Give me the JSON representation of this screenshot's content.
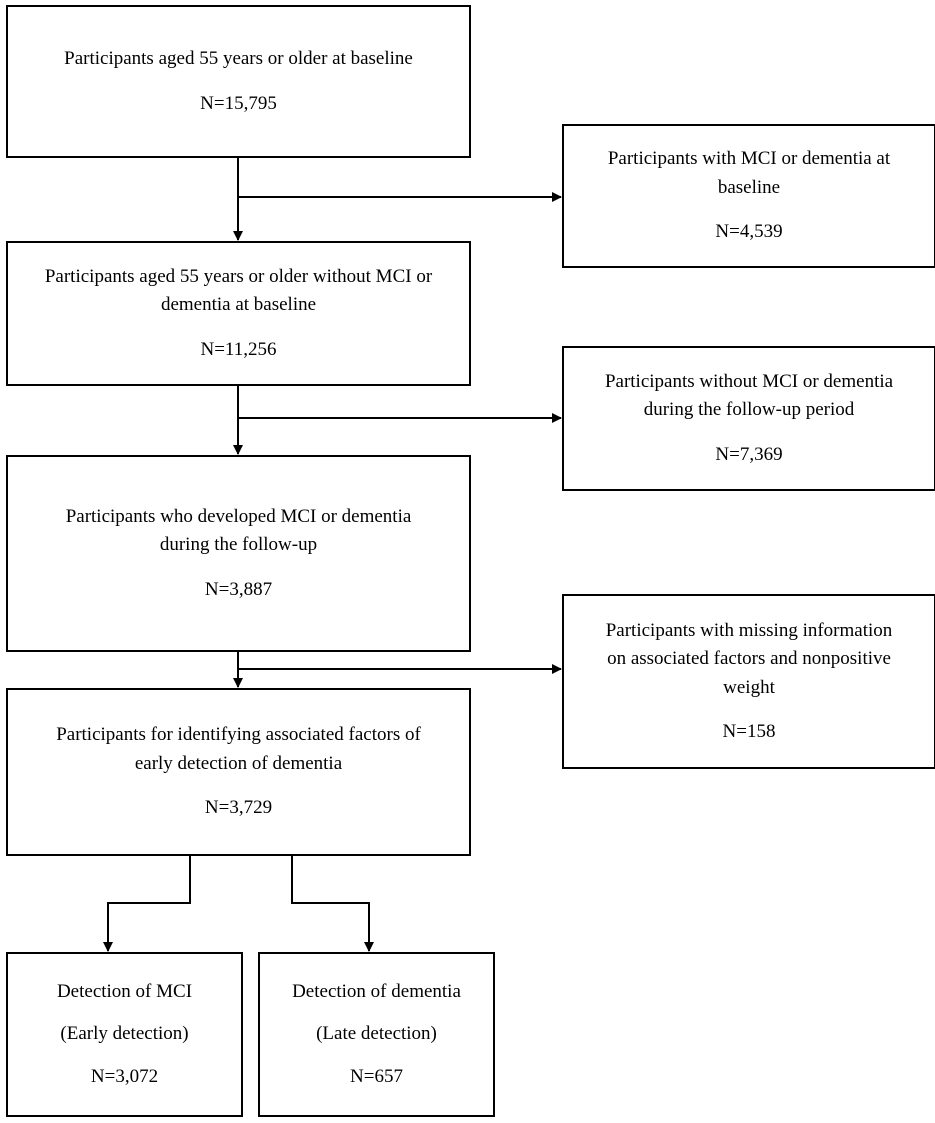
{
  "boxes": {
    "baseline_total": {
      "line1": "Participants aged 55 years or older at baseline",
      "n": "N=15,795"
    },
    "excluded_baseline": {
      "line1": "Participants with MCI or dementia at",
      "line2": "baseline",
      "n": "N=4,539"
    },
    "without_mci": {
      "line1": "Participants aged 55 years or older without MCI or",
      "line2": "dementia at baseline",
      "n": "N=11,256"
    },
    "excluded_followup": {
      "line1": "Participants without MCI or dementia",
      "line2": "during the follow-up period",
      "n": "N=7,369"
    },
    "developed": {
      "line1": "Participants who developed MCI or dementia",
      "line2": "during the follow-up",
      "n": "N=3,887"
    },
    "excluded_missing": {
      "line1": "Participants with missing information",
      "line2": "on associated factors and nonpositive",
      "line3": "weight",
      "n": "N=158"
    },
    "analysis": {
      "line1": "Participants for identifying associated factors of",
      "line2": "early detection of dementia",
      "n": "N=3,729"
    },
    "early": {
      "line1": "Detection of MCI",
      "line2": "(Early detection)",
      "n": "N=3,072"
    },
    "late": {
      "line1": "Detection of dementia",
      "line2": "(Late detection)",
      "n": "N=657"
    }
  }
}
